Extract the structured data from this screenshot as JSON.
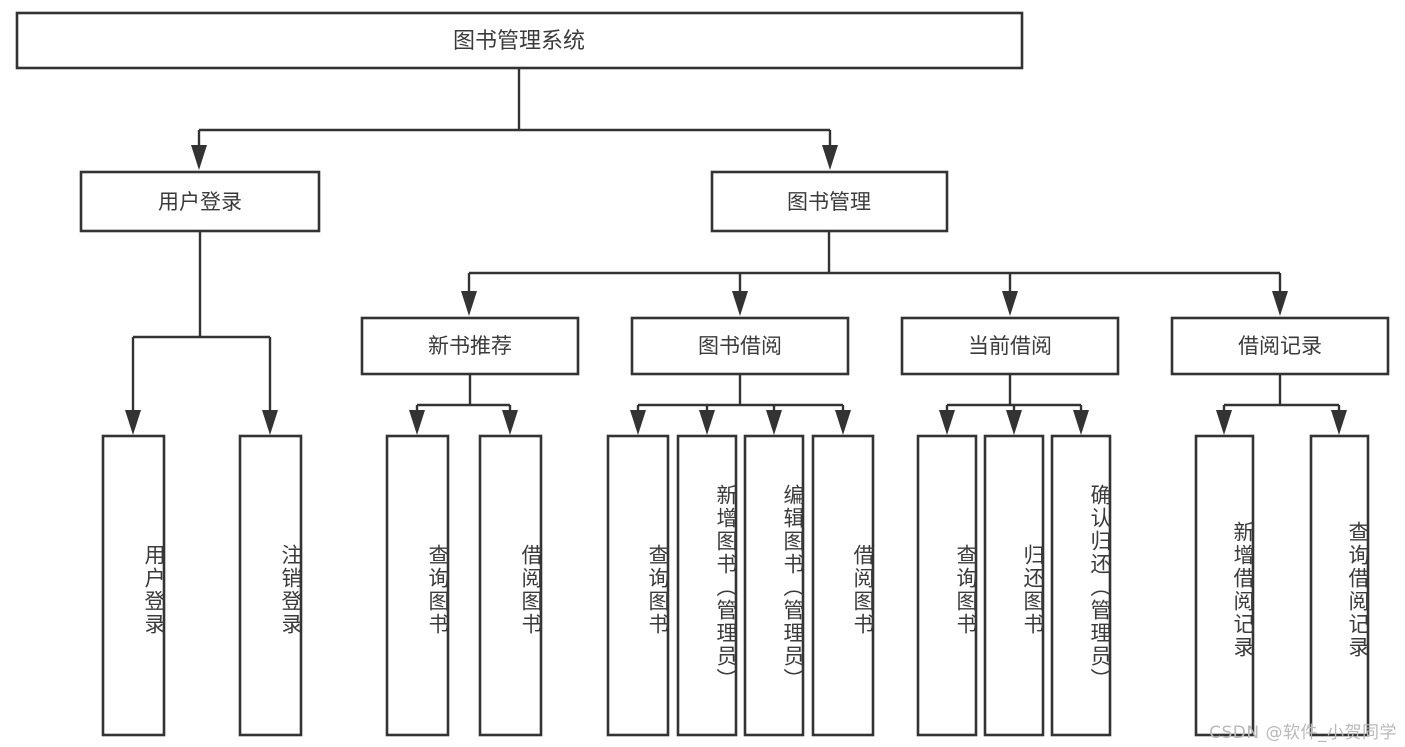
{
  "diagram": {
    "type": "tree-hierarchy",
    "title": "图书管理系统",
    "watermark": "CSDN @软件_小贺同学",
    "colors": {
      "background": "#ffffff",
      "box_stroke": "#333333",
      "box_fill": "#ffffff",
      "text": "#3b3b3b",
      "connector": "#333333",
      "watermark": "#b9b9b9"
    },
    "root": {
      "label": "图书管理系统",
      "level": 0
    },
    "level1": [
      {
        "label": "用户登录"
      },
      {
        "label": "图书管理"
      }
    ],
    "level2": [
      {
        "label": "新书推荐",
        "parent": "图书管理"
      },
      {
        "label": "图书借阅",
        "parent": "图书管理"
      },
      {
        "label": "当前借阅",
        "parent": "图书管理"
      },
      {
        "label": "借阅记录",
        "parent": "图书管理"
      }
    ],
    "leaves": {
      "用户登录": [
        {
          "label": "用户登录"
        },
        {
          "label": "注销登录"
        }
      ],
      "新书推荐": [
        {
          "label": "查询图书"
        },
        {
          "label": "借阅图书"
        }
      ],
      "图书借阅": [
        {
          "label": "查询图书"
        },
        {
          "label": "新增图书（管理员）"
        },
        {
          "label": "编辑图书（管理员）"
        },
        {
          "label": "借阅图书"
        }
      ],
      "当前借阅": [
        {
          "label": "查询图书"
        },
        {
          "label": "归还图书"
        },
        {
          "label": "确认归还（管理员）"
        }
      ],
      "借阅记录": [
        {
          "label": "新增借阅记录"
        },
        {
          "label": "查询借阅记录"
        }
      ]
    }
  }
}
